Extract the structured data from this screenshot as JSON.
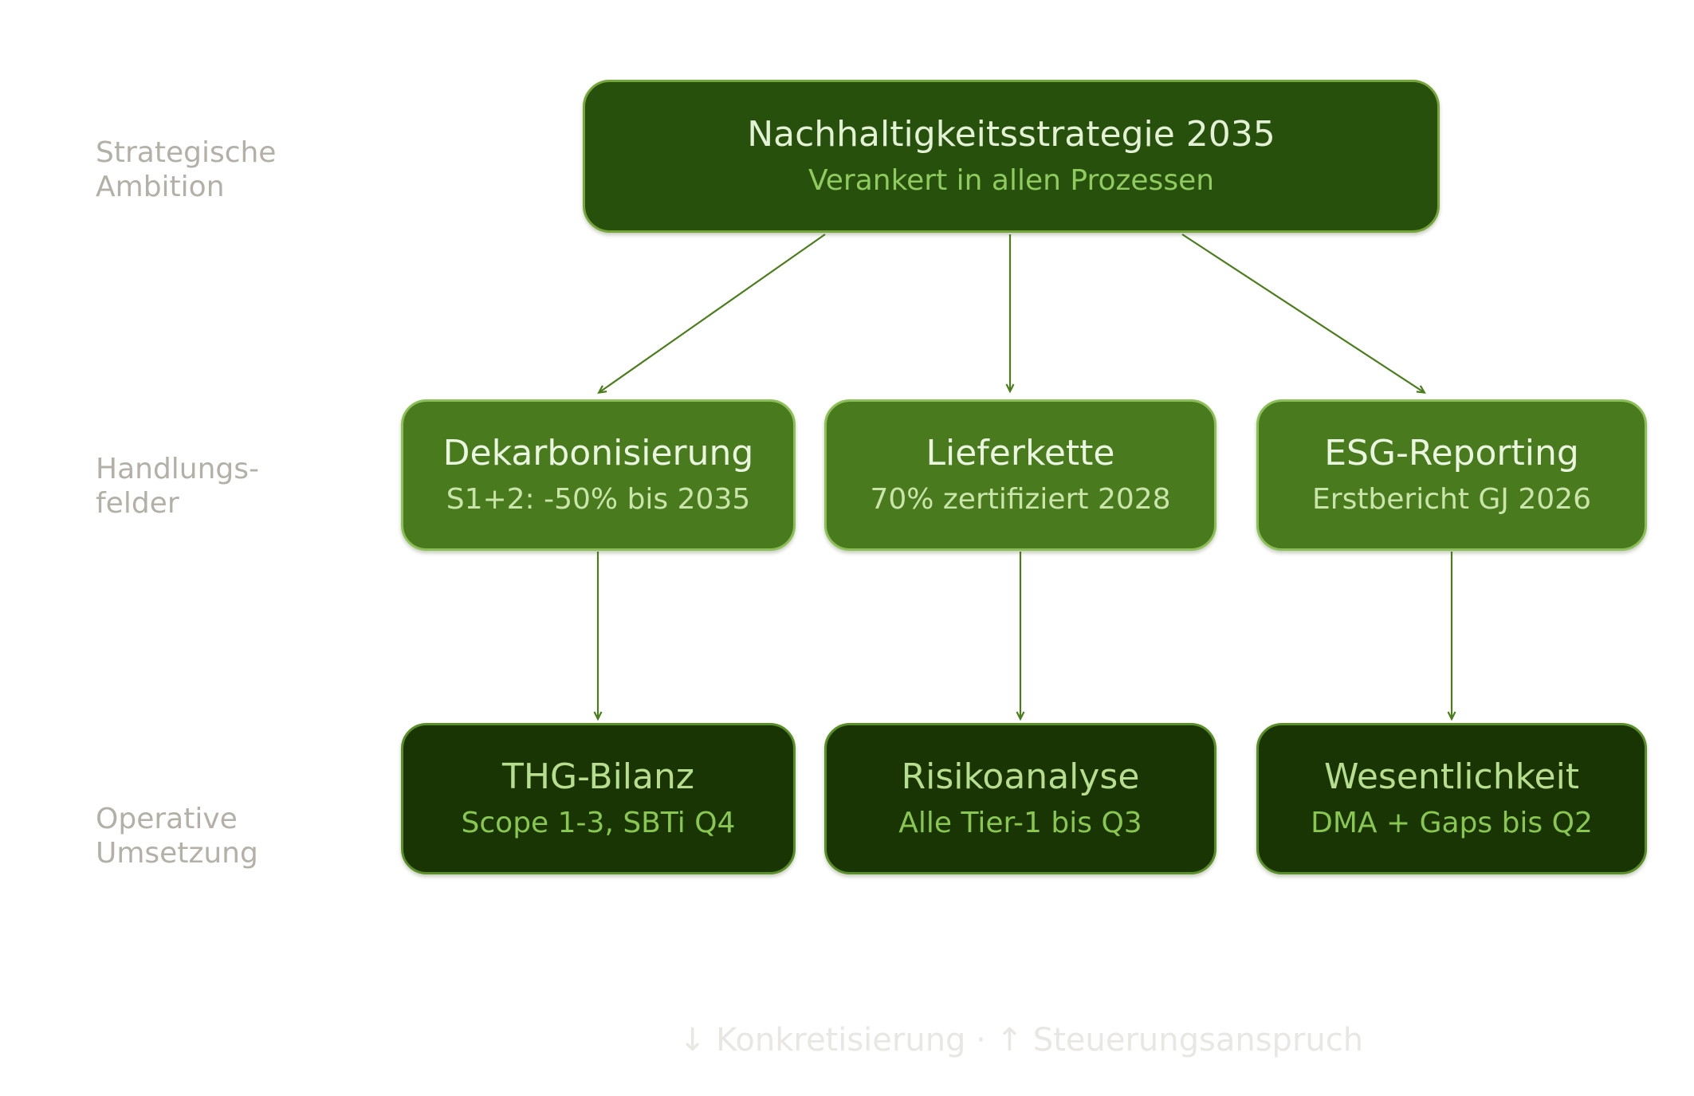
{
  "colors": {
    "page-bg": "#ffffff",
    "box-top-fill": "#27500d",
    "box-top-border": "#76a53c",
    "box-mid-fill": "#4a7a1e",
    "box-mid-border": "#8cbf58",
    "box-bottom-fill": "#183503",
    "box-bottom-border": "#5a8f28",
    "title-top": "#e3f1d5",
    "subtitle-top": "#8fcb5f",
    "title-mid": "#eaf6e0",
    "subtitle-mid": "#c9e5aa",
    "title-bottom": "#b7dd8e",
    "subtitle-bottom": "#89c751",
    "side-label": "#b3b0a7",
    "footer": "#e8e7e3",
    "arrow": "#4c7d1d"
  },
  "root_box": {
    "title": "Nachhaltigkeitsstrategie 2035",
    "subtitle": "Verankert in allen Prozessen"
  },
  "side_labels": [
    {
      "lines": [
        "Strategische",
        "Ambition"
      ]
    },
    {
      "lines": [
        "Handlungs-",
        "felder"
      ]
    },
    {
      "lines": [
        "Operative",
        "Umsetzung"
      ]
    }
  ],
  "middle_row": [
    {
      "title": "Dekarbonisierung",
      "subtitle": "S1+2: -50% bis 2035"
    },
    {
      "title": "Lieferkette",
      "subtitle": "70% zertifiziert 2028"
    },
    {
      "title": "ESG-Reporting",
      "subtitle": "Erstbericht GJ 2026"
    }
  ],
  "bottom_row": [
    {
      "title": "THG-Bilanz",
      "subtitle": "Scope 1-3, SBTi Q4"
    },
    {
      "title": "Risikoanalyse",
      "subtitle": "Alle Tier-1 bis Q3"
    },
    {
      "title": "Wesentlichkeit",
      "subtitle": "DMA + Gaps bis Q2"
    }
  ],
  "footer": {
    "text": "↓ Konkretisierung · ↑ Steuerungsanspruch"
  }
}
